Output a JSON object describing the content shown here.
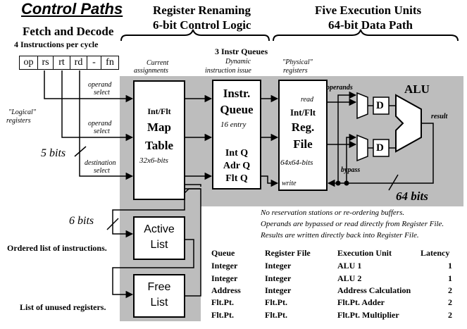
{
  "title": "Control Paths",
  "headers": {
    "fetch": "Fetch and Decode",
    "fetch_sub": "4 Instructions per cycle",
    "renaming_1": "Register Renaming",
    "renaming_2": "6-bit Control Logic",
    "execution_1": "Five Execution Units",
    "execution_2": "64-bit Data Path"
  },
  "instruction_fields": [
    "op",
    "rs",
    "rt",
    "rd",
    "-",
    "fn"
  ],
  "labels": {
    "current": "Current",
    "assignments": "assignments",
    "queues_title": "3 Instr Queues",
    "dynamic": "Dynamic",
    "issue": "instruction issue",
    "physical": "\"Physical\"",
    "registers": "registers",
    "logical": "\"Logical\"",
    "logical2": "registers",
    "operand_select_1a": "operand",
    "operand_select_1b": "select",
    "operand_select_2a": "operand",
    "operand_select_2b": "select",
    "destination_a": "destination",
    "destination_b": "select",
    "five_bits": "5 bits",
    "six_bits": "6 bits",
    "sixty_four_bits": "64 bits",
    "read": "read",
    "write": "write",
    "operands": "operands",
    "result": "result",
    "bypass": "bypass",
    "alu": "ALU",
    "d": "D"
  },
  "map_table": {
    "line1": "Int/Flt",
    "line2": "Map",
    "line3": "Table",
    "size": "32x6-bits"
  },
  "queue_box": {
    "line1": "Instr.",
    "line2": "Queue",
    "entries": "16 entry",
    "q1": "Int Q",
    "q2": "Adr Q",
    "q3": "Flt Q"
  },
  "reg_file": {
    "line1": "Int/Flt",
    "line2": "Reg.",
    "line3": "File",
    "size": "64x64-bits"
  },
  "active_list": {
    "line1": "Active",
    "line2": "List",
    "caption": "Ordered list of instructions."
  },
  "free_list": {
    "line1": "Free",
    "line2": "List",
    "caption": "List of unused registers."
  },
  "notes": [
    "No reservation stations or re-ordering buffers.",
    "Operands are bypassed or read directly from Register File.",
    "Results are written directly back into Register File."
  ],
  "table": {
    "headers": [
      "Queue",
      "Register File",
      "Execution Unit",
      "Latency"
    ],
    "rows": [
      [
        "Integer",
        "Integer",
        "ALU 1",
        "1"
      ],
      [
        "Integer",
        "Integer",
        "ALU 2",
        "1"
      ],
      [
        "Address",
        "Integer",
        "Address Calculation",
        "2"
      ],
      [
        "Flt.Pt.",
        "Flt.Pt.",
        "Flt.Pt. Adder",
        "2"
      ],
      [
        "Flt.Pt.",
        "Flt.Pt.",
        "Flt.Pt. Multiplier",
        "2"
      ]
    ]
  }
}
